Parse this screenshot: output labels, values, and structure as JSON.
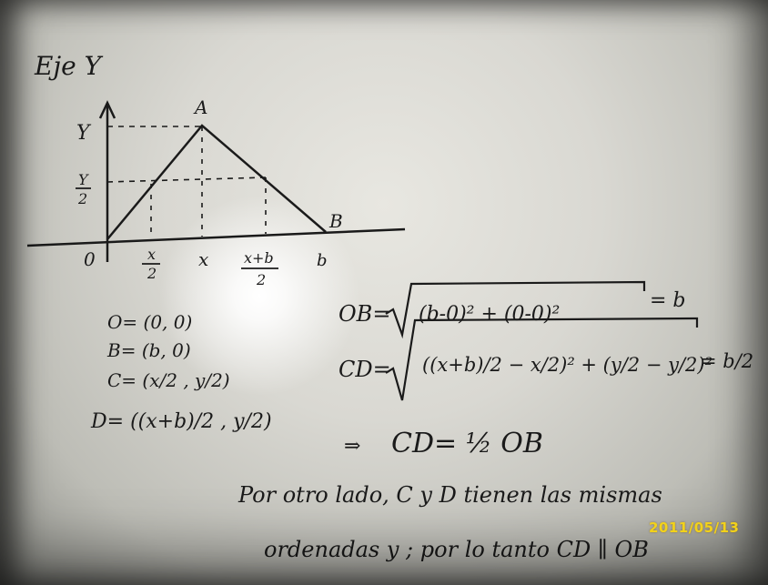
{
  "axis": {
    "title": "Eje Y",
    "y_label": "Y",
    "y_half_num": "Y",
    "y_half_den": "2",
    "origin_label": "0",
    "x_half_num": "x",
    "x_half_den": "2",
    "x_label": "x",
    "xb_half_num": "x+b",
    "xb_half_den": "2",
    "b_label": "b",
    "point_a": "A",
    "point_b": "B"
  },
  "definitions": [
    "O= (0, 0)",
    "B= (b, 0)",
    "C= (x/2 , y/2)",
    "D= ((x+b)/2 , y/2)"
  ],
  "equations": {
    "ob_lhs": "OB=",
    "ob_expr": "(b-0)² + (0-0)²",
    "ob_result": "= b",
    "cd_lhs": "CD=",
    "cd_expr": "((x+b)/2 − x/2)² + (y/2 − y/2)²",
    "cd_result": "= b/2",
    "implies": "⇒",
    "conclusion": "CD= ½ OB"
  },
  "text_lines": [
    "Por otro lado, C y D tienen las mismas",
    "ordenadas y ; por lo tanto CD ∥ OB"
  ],
  "timestamp": "2011/05/13",
  "colors": {
    "ink": "#1a1a1a",
    "stamp": "#f2d21a"
  }
}
